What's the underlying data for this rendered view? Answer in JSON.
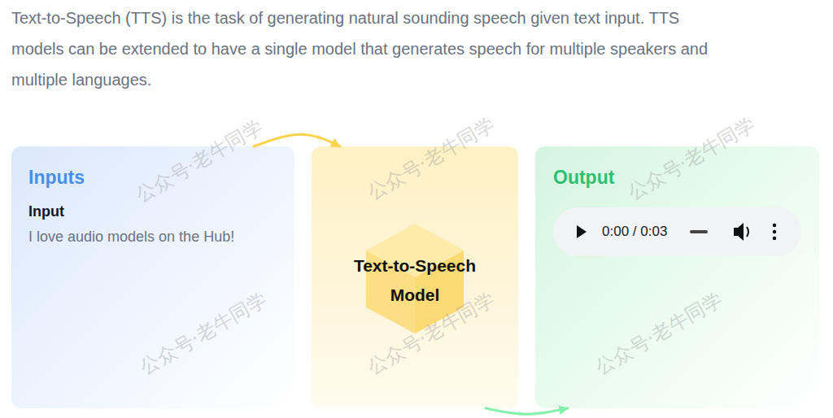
{
  "diagram": {
    "caption": "Text-to-Speech (TTS) is the task of generating natural sounding speech given text input. TTS models can be extended to have a single model that generates speech for multiple speakers and multiple languages.",
    "nodes": [
      {
        "text": [
          "Inputs",
          "Input",
          "I love audio models on the Hub!"
        ]
      },
      {
        "text": [
          "Text-to-Speech Model"
        ]
      },
      {
        "text": [
          "Output"
        ]
      },
      {
        "text": [
          "0:00 / 0:03"
        ],
        "in": 2
      }
    ],
    "edges": [
      {
        "from": 0,
        "to": 1,
        "arrow": "to"
      },
      {
        "from": 1,
        "to": 2,
        "arrow": "to"
      }
    ],
    "labels": [
      "公众号·老牛同学",
      "公众号·老牛同学",
      "公众号·老牛同学",
      "公众号·老牛同学",
      "公众号·老牛同学",
      "公众号·老牛同学"
    ]
  }
}
